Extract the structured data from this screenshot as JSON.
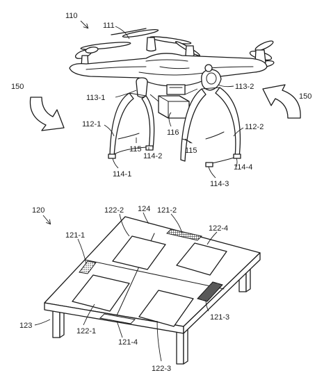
{
  "figure": {
    "labels": {
      "uav": "110",
      "propeller": "111",
      "leg_left": "112-1",
      "leg_right": "112-2",
      "joint_left": "113-1",
      "joint_right": "113-2",
      "foot_1": "114-1",
      "foot_2": "114-2",
      "foot_3": "114-3",
      "foot_4": "114-4",
      "cable_left": "115",
      "cable_right": "115",
      "payload": "116",
      "arrow_left": "150",
      "arrow_right": "150",
      "station": "120",
      "pad_1": "122-1",
      "pad_2": "122-2",
      "pad_3": "122-3",
      "pad_4": "122-4",
      "strip_1": "121-1",
      "strip_2": "121-2",
      "strip_3": "121-3",
      "strip_4": "121-4",
      "platform_top": "124",
      "table_leg": "123"
    }
  }
}
